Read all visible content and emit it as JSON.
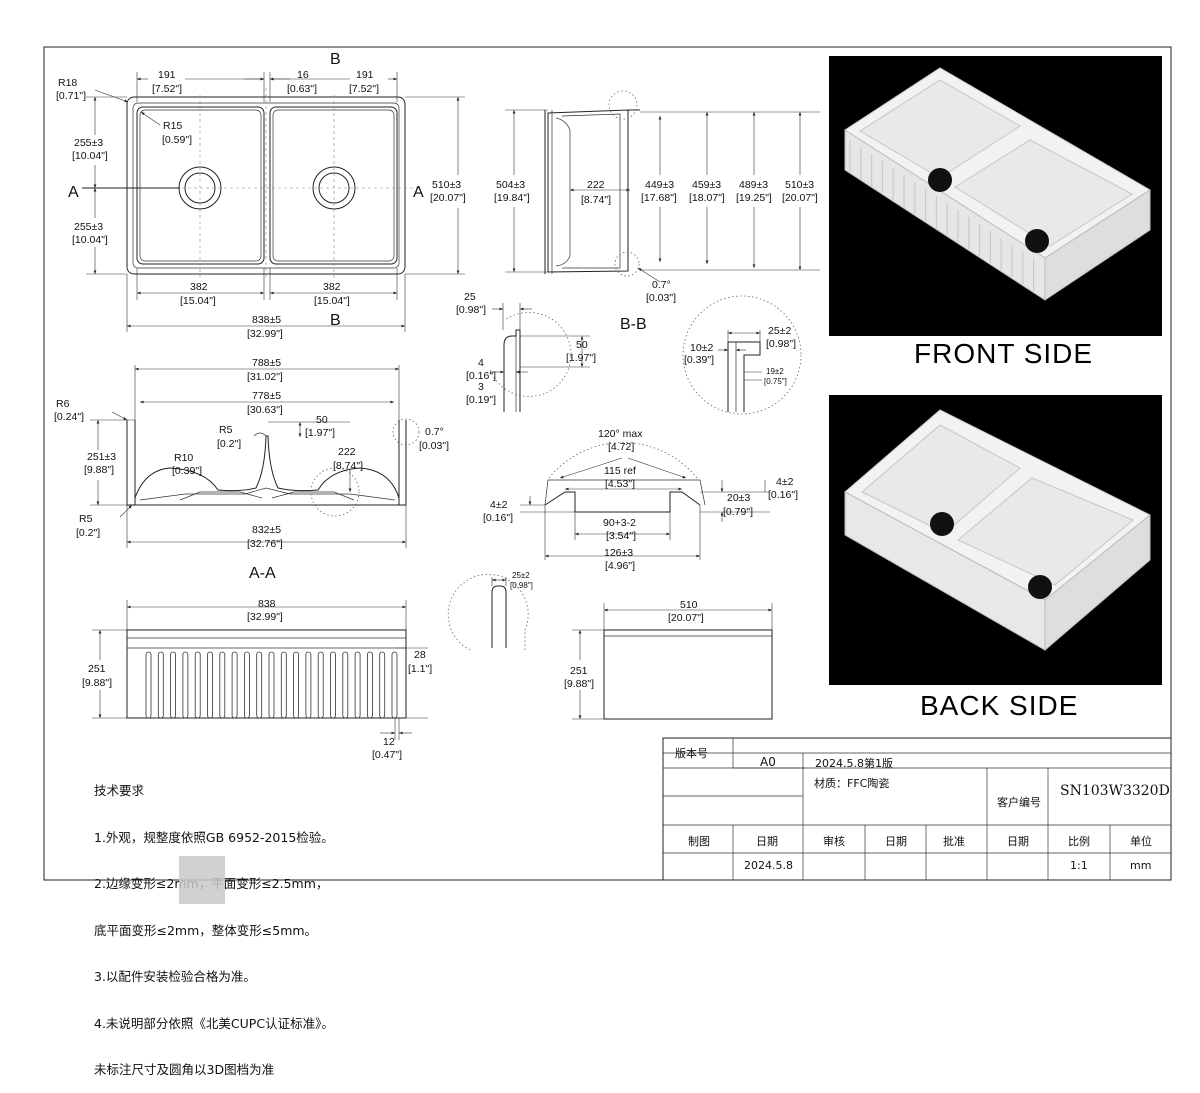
{
  "top_view": {
    "section_b": "B",
    "section_a": "A",
    "dims": {
      "r18": "R18",
      "r18_in": "[0.71\"]",
      "w191": "191",
      "w191_in": "[7.52\"]",
      "w16": "16",
      "w16_in": "[0.63\"]",
      "r15": "R15",
      "r15_in": "[0.59\"]",
      "h255": "255±3",
      "h255_in": "[10.04\"]",
      "h510": "510±3",
      "h510_in": "[20.07\"]",
      "w382": "382",
      "w382_in": "[15.04\"]",
      "w838": "838±5",
      "w838_in": "[32.99\"]"
    }
  },
  "side_section": {
    "title": "B-B",
    "dims": {
      "d504": "504±3",
      "d504_in": "[19.84\"]",
      "d222": "222",
      "d222_in": "[8.74\"]",
      "d449": "449±3",
      "d449_in": "[17.68\"]",
      "d459": "459±3",
      "d459_in": "[18.07\"]",
      "d489": "489±3",
      "d489_in": "[19.25\"]",
      "d510": "510±3",
      "d510_in": "[20.07\"]",
      "angle": "0.7°",
      "angle_in": "[0.03\"]"
    }
  },
  "detail_small": {
    "d25": "25",
    "d25_in": "[0.98\"]",
    "d50": "50",
    "d50_in": "[1.97\"]",
    "d4": "4",
    "d4_in": "[0.16\"]",
    "d3": "3",
    "d3_in": "[0.19\"]"
  },
  "detail_right": {
    "d10": "10±2",
    "d10_in": "[0.39\"]",
    "d25": "25±2",
    "d25_in": "[0.98\"]",
    "d19": "19±2",
    "d19_in": "[0.75\"]"
  },
  "section_aa": {
    "title": "A-A",
    "dims": {
      "d788": "788±5",
      "d788_in": "[31.02\"]",
      "d778": "778±5",
      "d778_in": "[30.63\"]",
      "r6": "R6",
      "r6_in": "[0.24\"]",
      "r5a": "R5",
      "r5a_in": "[0.2\"]",
      "d50": "50",
      "d50_in": "[1.97\"]",
      "angle": "0.7°",
      "angle_in": "[0.03\"]",
      "d251": "251±3",
      "d251_in": "[9.88\"]",
      "r10": "R10",
      "r10_in": "[0.39\"]",
      "d222": "222",
      "d222_in": "[8.74\"]",
      "r5b": "R5",
      "r5b_in": "[0.2\"]",
      "d832": "832±5",
      "d832_in": "[32.76\"]"
    }
  },
  "drain_detail": {
    "angle": "120° max",
    "angle_in": "[4.72]",
    "d115": "115 ref",
    "d115_in": "[4.53\"]",
    "d4l": "4±2",
    "d4l_in": "[0.16\"]",
    "d4r": "4±2",
    "d4r_in": "[0.16\"]",
    "d20": "20±3",
    "d20_in": "[0.79\"]",
    "d90": "90+3-2",
    "d90_in": "[3.54\"]",
    "d126": "126±3",
    "d126_in": "[4.96\"]"
  },
  "front_view": {
    "d838": "838",
    "d838_in": "[32.99\"]",
    "d251": "251",
    "d251_in": "[9.88\"]",
    "d28": "28",
    "d28_in": "[1.1\"]",
    "d12": "12",
    "d12_in": "[0.47\"]"
  },
  "rib_detail": {
    "d25": "25±2",
    "d25_in": "[0.98\"]"
  },
  "end_view": {
    "d510": "510",
    "d510_in": "[20.07\"]",
    "d251": "251",
    "d251_in": "[9.88\"]"
  },
  "photos": {
    "front_label": "FRONT  SIDE",
    "back_label": "BACK  SIDE"
  },
  "notes": {
    "heading": "技术要求",
    "lines": [
      "1.外观，规整度依照GB 6952-2015检验。",
      "2.边缘变形≤2mm，平面变形≤2.5mm，",
      "底平面变形≤2mm，整体变形≤5mm。",
      "3.以配件安装检验合格为准。",
      "4.未说明部分依照《北美CUPC认证标准》。",
      "未标注尺寸及圆角以3D图档为准"
    ]
  },
  "title_block": {
    "version_label": "版本号",
    "version_value": "A0",
    "version_note": "2024.5.8第1版",
    "material": "材质：FFC陶瓷",
    "customer_label": "客户编号",
    "code": "SN103W3320D",
    "drawn": "制图",
    "date1": "日期",
    "review": "审核",
    "date2": "日期",
    "approve": "批准",
    "date3": "日期",
    "scale_label": "比例",
    "unit_label": "单位",
    "date_value": "2024.5.8",
    "scale_value": "1:1",
    "unit_value": "mm"
  }
}
